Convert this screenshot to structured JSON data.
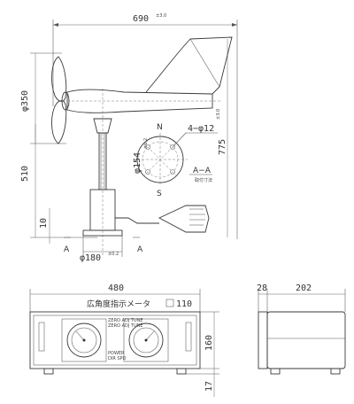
{
  "top_view": {
    "dim_width": "690",
    "dim_width_tol": "±3.0",
    "dim_propeller": "φ350",
    "dim_mast": "510",
    "dim_total": "775",
    "dim_total_tol": "±3.0",
    "dim_base_height": "10",
    "dim_base_dia": "φ180",
    "dim_base_dia_tol": "±0.2",
    "section_mark_left": "A",
    "section_mark_right": "A"
  },
  "section": {
    "north": "N",
    "south": "S",
    "holes": "4−φ12",
    "pcd": "φ154",
    "pcd_tol": "±0.2",
    "title": "A−A",
    "note": "取付寸法"
  },
  "indicator_front": {
    "dim_width": "480",
    "label": "広角度指示メータ",
    "model": "110",
    "dim_height": "160",
    "dim_foot": "17",
    "gauge_left_top": "ZERO ADJ  TUNE",
    "gauge_right_top": "ZERO ADJ  TUNE",
    "gauge_left_bottom": "POWER",
    "gauge_right_bottom": "DIR  SPD"
  },
  "indicator_side": {
    "dim_depth_a": "28",
    "dim_depth_b": "202"
  }
}
